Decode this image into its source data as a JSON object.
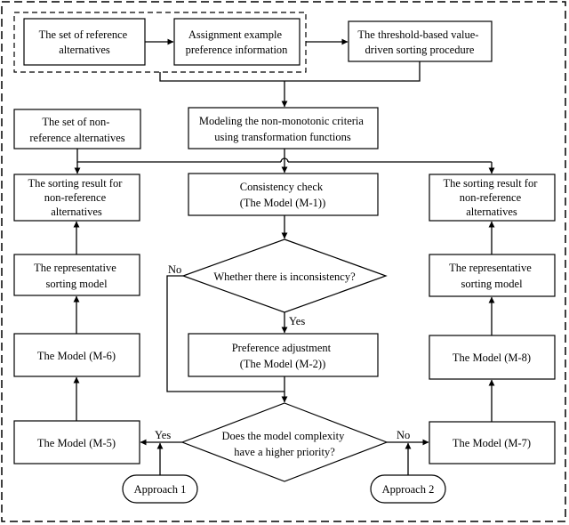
{
  "colors": {
    "line": "#000000",
    "fill": "#ffffff"
  },
  "nodes": {
    "reference_set": [
      "The set of reference",
      "alternatives"
    ],
    "assignment_info": [
      "Assignment example",
      "preference information"
    ],
    "threshold_procedure": [
      "The threshold-based value-",
      "driven sorting procedure"
    ],
    "modeling_criteria": [
      "Modeling the non-monotonic criteria",
      "using transformation functions"
    ],
    "non_reference_set": [
      "The set of non-",
      "reference alternatives"
    ],
    "sorting_result_left": [
      "The sorting result for",
      "non-reference",
      "alternatives"
    ],
    "sorting_result_right": [
      "The sorting result for",
      "non-reference",
      "alternatives"
    ],
    "consistency_check": [
      "Consistency check",
      "(The Model (M-1))"
    ],
    "inconsistency_decision": [
      "Whether there is inconsistency?"
    ],
    "representative_left": [
      "The representative",
      "sorting model"
    ],
    "representative_right": [
      "The representative",
      "sorting model"
    ],
    "preference_adjustment": [
      "Preference adjustment",
      "(The Model (M-2))"
    ],
    "model_m6": [
      "The Model (M-6)"
    ],
    "model_m8": [
      "The Model (M-8)"
    ],
    "complexity_decision": [
      "Does the model complexity",
      "have a higher priority?"
    ],
    "model_m5": [
      "The Model (M-5)"
    ],
    "model_m7": [
      "The Model (M-7)"
    ],
    "approach_1": [
      "Approach 1"
    ],
    "approach_2": [
      "Approach 2"
    ]
  },
  "edge_labels": {
    "no_inconsistency": "No",
    "yes_inconsistency": "Yes",
    "yes_complexity": "Yes",
    "no_complexity": "No"
  }
}
